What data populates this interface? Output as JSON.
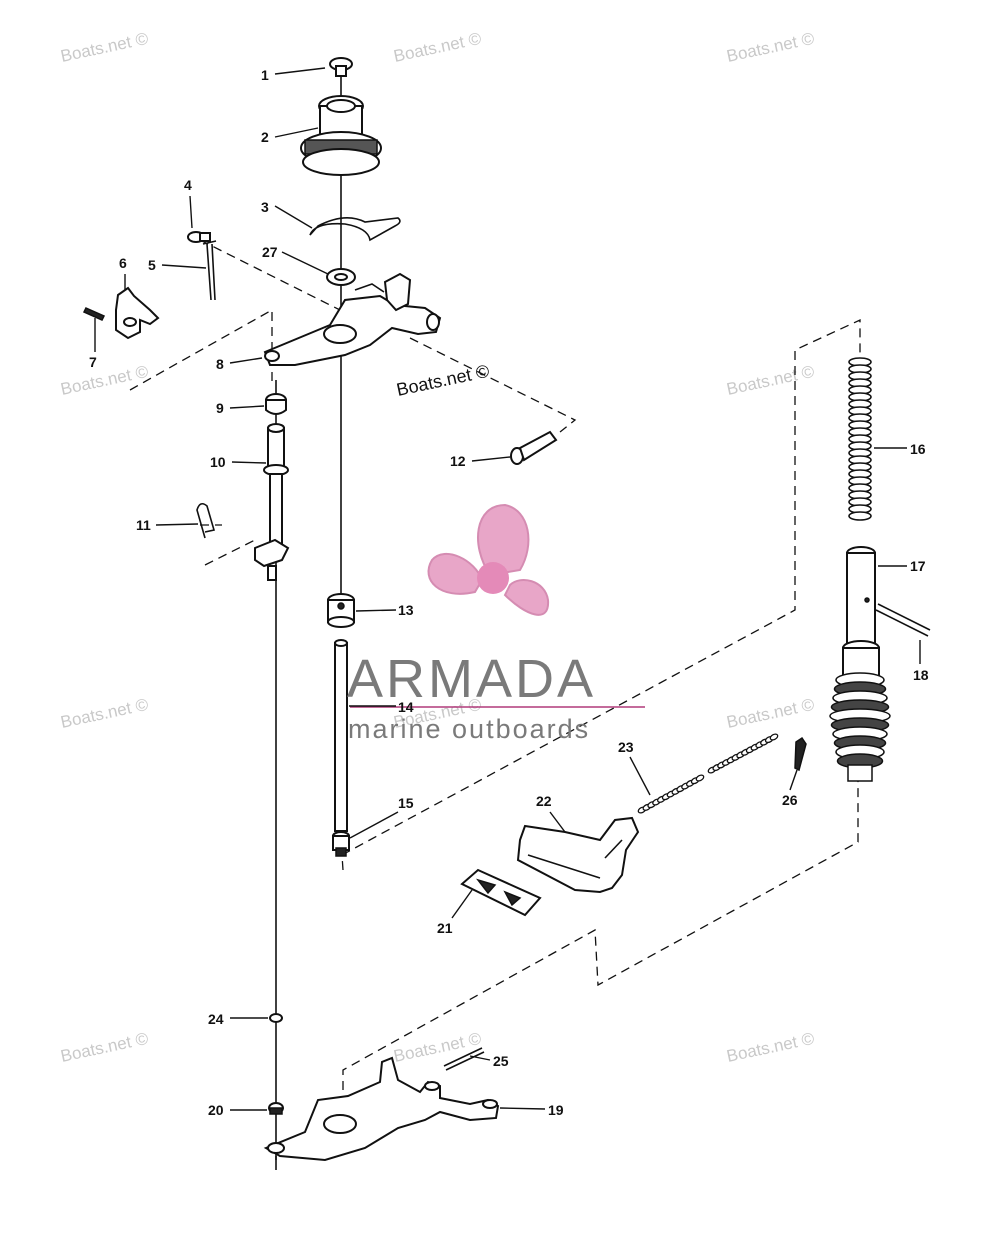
{
  "watermark": {
    "text": "Boats.net ©",
    "center_text": "Boats.net ©"
  },
  "logo": {
    "name": "ARMADA",
    "tagline": "marine outboards",
    "colors": {
      "propeller": "#e8a6c8",
      "hub": "#e48ab8",
      "text": "#7a7a7a",
      "rule": "#b03a7a"
    }
  },
  "callouts": {
    "c1": "1",
    "c2": "2",
    "c3": "3",
    "c4": "4",
    "c5": "5",
    "c6": "6",
    "c7": "7",
    "c8": "8",
    "c9": "9",
    "c10": "10",
    "c11": "11",
    "c12": "12",
    "c13": "13",
    "c14": "14",
    "c15": "15",
    "c16": "16",
    "c17": "17",
    "c18": "18",
    "c19": "19",
    "c20": "20",
    "c21": "21",
    "c22": "22",
    "c23": "23",
    "c24": "24",
    "c25": "25",
    "c26": "26",
    "c27": "27"
  }
}
